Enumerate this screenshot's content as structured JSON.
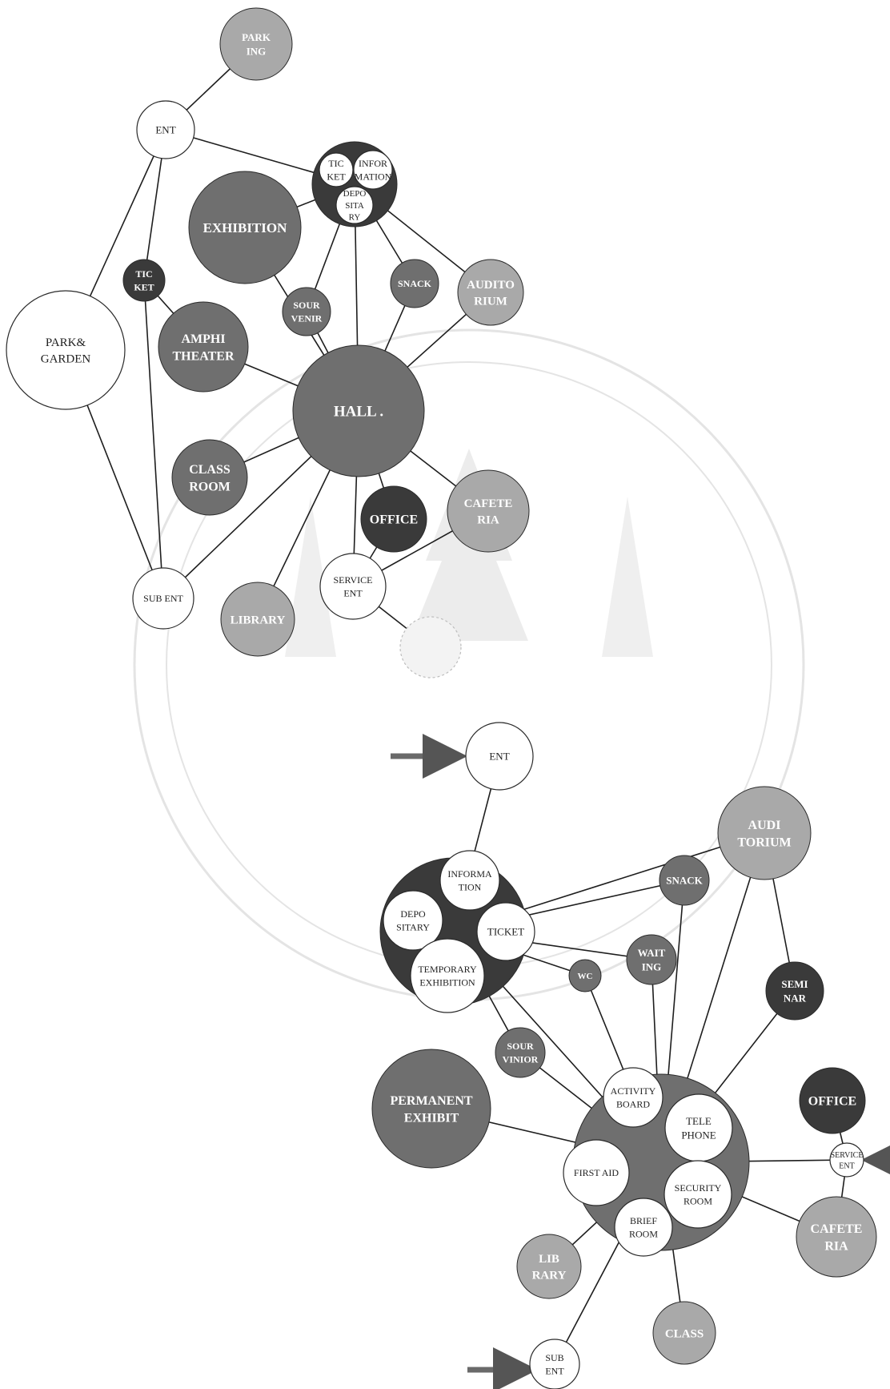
{
  "colors": {
    "dark": "#3a3a3a",
    "mid": "#6f6f6f",
    "light": "#a9a9a9",
    "white": "#ffffff",
    "line": "#1e1e1e",
    "arrow": "#6a6a6a",
    "watermark": "#e4e4e4"
  },
  "diagram_top": {
    "nodes": {
      "parking": {
        "label": [
          "PARK",
          "ING"
        ]
      },
      "ent": {
        "label": [
          "ENT"
        ]
      },
      "cluster": {
        "label": []
      },
      "ticket_c": {
        "label": [
          "TIC",
          "KET"
        ]
      },
      "information_c": {
        "label": [
          "INFOR",
          "MATION"
        ]
      },
      "depository_c": {
        "label": [
          "DEPO",
          "SITA",
          "RY"
        ]
      },
      "exhibition": {
        "label": [
          "EXHIBITION"
        ]
      },
      "ticket": {
        "label": [
          "TIC",
          "KET"
        ]
      },
      "park_garden": {
        "label": [
          "PARK&",
          "GARDEN"
        ]
      },
      "souvenir": {
        "label": [
          "SOUR",
          "VENIR"
        ]
      },
      "snack": {
        "label": [
          "SNACK"
        ]
      },
      "auditorium": {
        "label": [
          "AUDITO",
          "RIUM"
        ]
      },
      "amphitheater": {
        "label": [
          "AMPHI",
          "THEATER"
        ]
      },
      "hall": {
        "label": [
          "HALL ."
        ]
      },
      "classroom": {
        "label": [
          "CLASS",
          "ROOM"
        ]
      },
      "office": {
        "label": [
          "OFFICE"
        ]
      },
      "cafeteria": {
        "label": [
          "CAFETE",
          "RIA"
        ]
      },
      "sub_ent": {
        "label": [
          "SUB ENT"
        ]
      },
      "service_ent": {
        "label": [
          "SERVICE",
          "ENT"
        ]
      },
      "library": {
        "label": [
          "LIBRARY"
        ]
      },
      "faint": {
        "label": []
      }
    }
  },
  "diagram_bottom": {
    "nodes": {
      "ent": {
        "label": [
          "ENT"
        ]
      },
      "auditorium": {
        "label": [
          "AUDI",
          "TORIUM"
        ]
      },
      "cluster": {
        "label": []
      },
      "information": {
        "label": [
          "INFORMA",
          "TION"
        ]
      },
      "depositary": {
        "label": [
          "DEPO",
          "SITARY"
        ]
      },
      "ticket": {
        "label": [
          "TICKET"
        ]
      },
      "temporary_exhibition": {
        "label": [
          "TEMPORARY",
          "EXHIBITION"
        ]
      },
      "snack": {
        "label": [
          "SNACK"
        ]
      },
      "waiting": {
        "label": [
          "WAIT",
          "ING"
        ]
      },
      "wc": {
        "label": [
          "WC"
        ]
      },
      "seminar": {
        "label": [
          "SEMI",
          "NAR"
        ]
      },
      "souvenir": {
        "label": [
          "SOUR",
          "VINIOR"
        ]
      },
      "permanent_exhibit": {
        "label": [
          "PERMANENT",
          "EXHIBIT"
        ]
      },
      "hub": {
        "label": []
      },
      "activity_board": {
        "label": [
          "ACTIVITY",
          "BOARD"
        ]
      },
      "telephone": {
        "label": [
          "TELE",
          "PHONE"
        ]
      },
      "first_aid": {
        "label": [
          "FIRST AID"
        ]
      },
      "security_room": {
        "label": [
          "SECURITY",
          "ROOM"
        ]
      },
      "brief_room": {
        "label": [
          "BRIEF",
          "ROOM"
        ]
      },
      "office": {
        "label": [
          "OFFICE"
        ]
      },
      "service_ent": {
        "label": [
          "SERVICE",
          "ENT"
        ]
      },
      "cafeteria": {
        "label": [
          "CAFETE",
          "RIA"
        ]
      },
      "library": {
        "label": [
          "LIB",
          "RARY"
        ]
      },
      "class": {
        "label": [
          "CLASS"
        ]
      },
      "sub_ent": {
        "label": [
          "SUB",
          "ENT"
        ]
      }
    }
  }
}
